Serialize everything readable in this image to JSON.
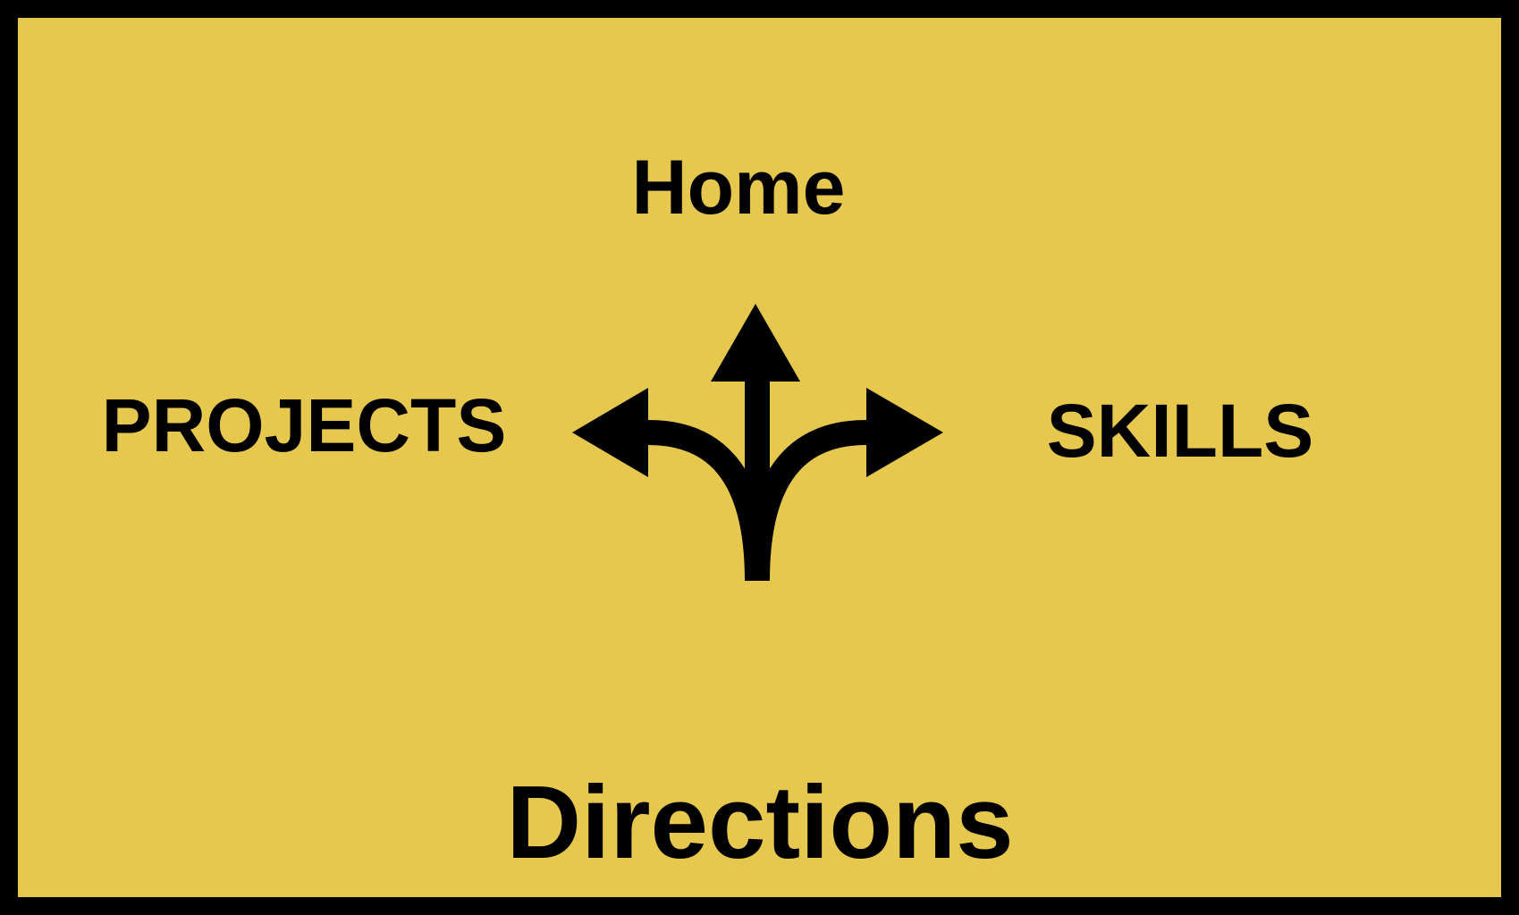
{
  "colors": {
    "background": "#e6c84e",
    "frame": "#000000",
    "text": "#000000"
  },
  "nav": {
    "home_label": "Home",
    "projects_label": "PROJECTS",
    "skills_label": "SKILLS"
  },
  "title": "Directions",
  "icon": "three-way-directions-arrow-icon"
}
